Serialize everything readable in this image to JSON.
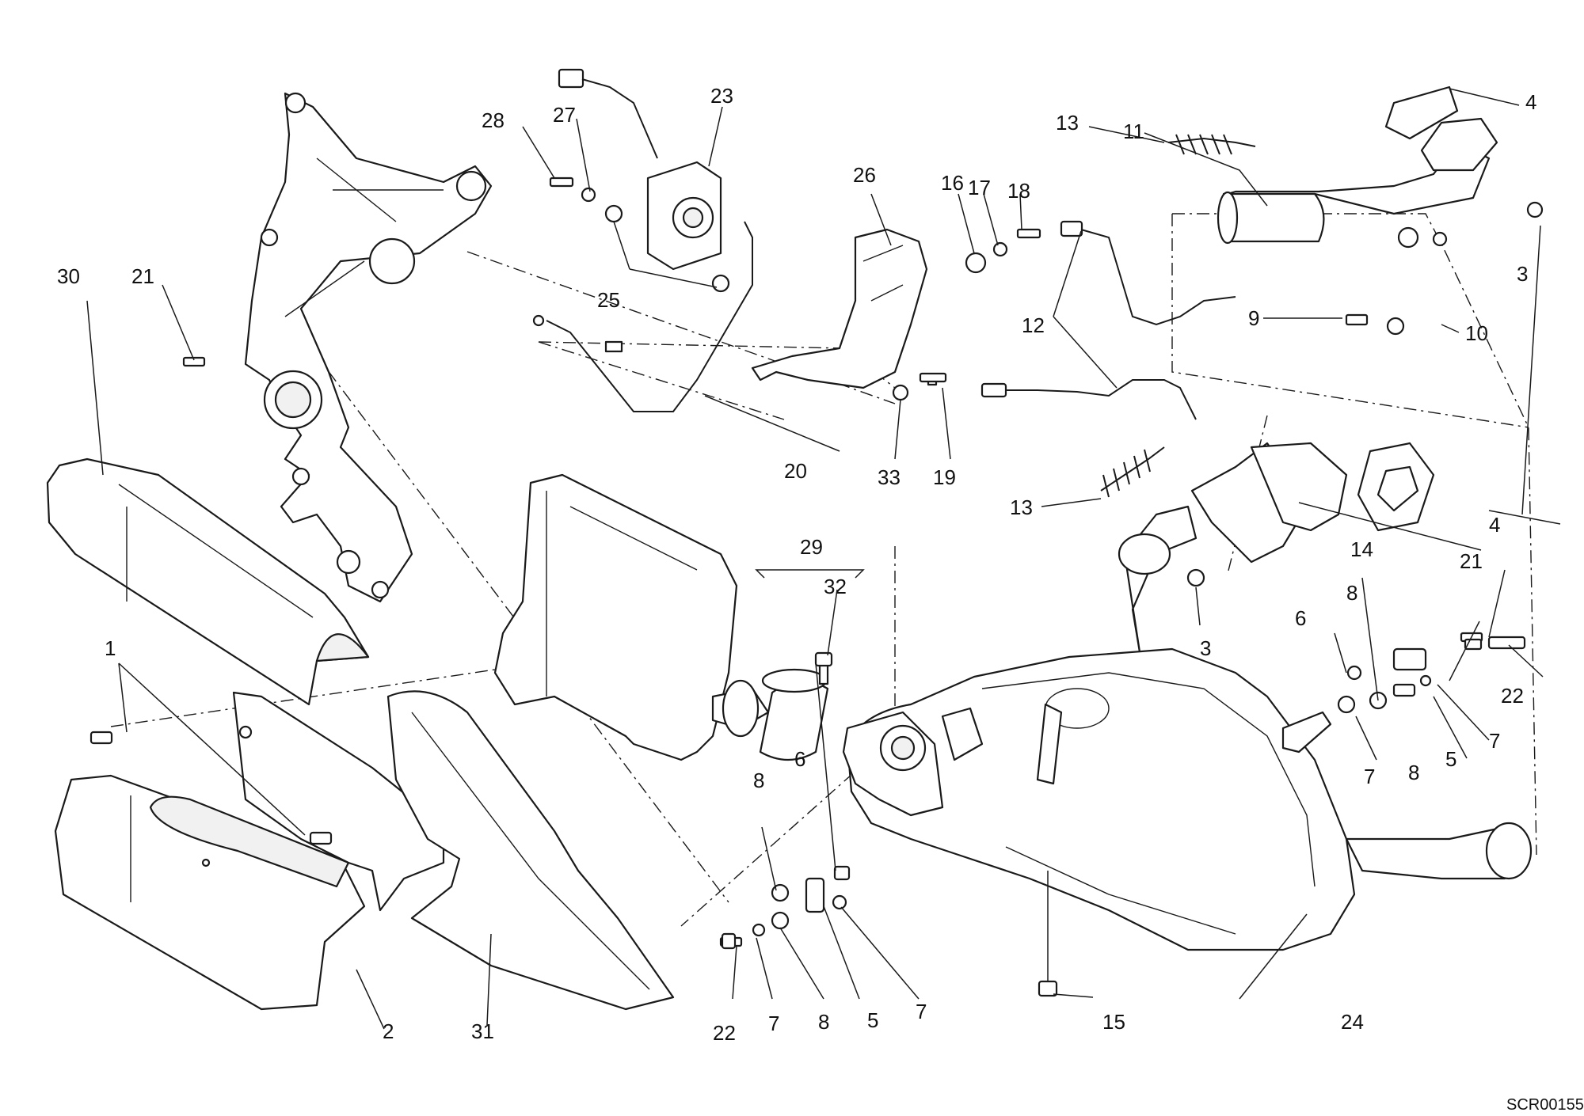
{
  "drawing_code": "SCR00155",
  "callouts": {
    "c1": "1",
    "c2": "2",
    "c3a": "3",
    "c3b": "3",
    "c4a": "4",
    "c4b": "4",
    "c5a": "5",
    "c5b": "5",
    "c6a": "6",
    "c6b": "6",
    "c7a": "7",
    "c7b": "7",
    "c7c": "7",
    "c7d": "7",
    "c8a": "8",
    "c8b": "8",
    "c8c": "8",
    "c8d": "8",
    "c9": "9",
    "c10": "10",
    "c11": "11",
    "c12": "12",
    "c13a": "13",
    "c13b": "13",
    "c14": "14",
    "c15": "15",
    "c16": "16",
    "c17": "17",
    "c18": "18",
    "c19": "19",
    "c20": "20",
    "c21a": "21",
    "c21b": "21",
    "c22a": "22",
    "c22b": "22",
    "c23": "23",
    "c24": "24",
    "c25": "25",
    "c26": "26",
    "c27": "27",
    "c28": "28",
    "c29": "29",
    "c30": "30",
    "c31": "31",
    "c32": "32",
    "c33": "33"
  }
}
